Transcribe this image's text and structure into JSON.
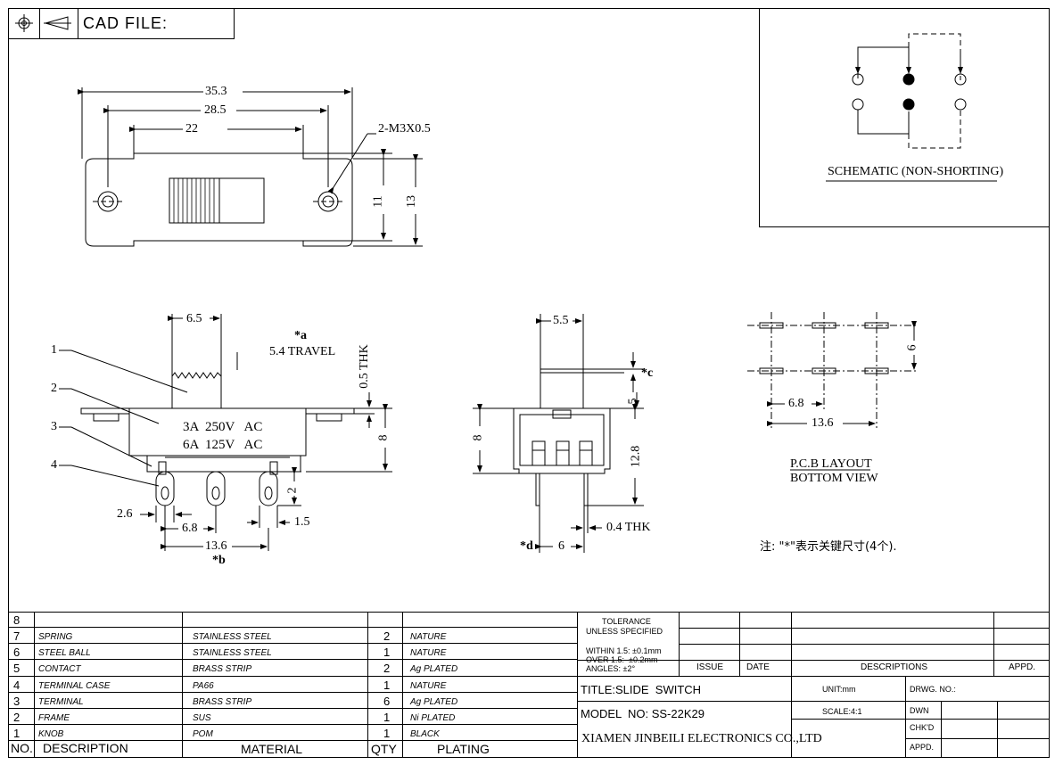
{
  "header": {
    "cad_file_label": "CAD FILE:"
  },
  "schematic": {
    "title": "SCHEMATIC (NON-SHORTING)"
  },
  "top_view": {
    "dim_overall": "35.3",
    "dim_holes": "28.5",
    "dim_body": "22",
    "dim_screw": "2-M3X0.5",
    "dim_height_inner": "11",
    "dim_height_outer": "13"
  },
  "side_view": {
    "knob_width": "6.5",
    "travel_mark": "*a",
    "travel": "5.4 TRAVEL",
    "thickness": "0.5 THK",
    "rating_line1": "3A  250V   AC",
    "rating_line2": "6A  125V   AC",
    "height": "8",
    "pin_len": "2",
    "pin_dia": "2.6",
    "pin_pitch": "6.8",
    "pin_width": "1.5",
    "pin_span": "13.6",
    "span_mark": "*b",
    "callouts": [
      "1",
      "2",
      "3",
      "4"
    ]
  },
  "end_view": {
    "knob_width": "5.5",
    "mark_c": "*c",
    "dim_top": "5",
    "height": "8",
    "pin_length": "12.8",
    "pin_thk": "0.4 THK",
    "mark_d": "*d",
    "pin_spacing": "6"
  },
  "pcb": {
    "row_gap": "6",
    "pitch": "6.8",
    "span": "13.6",
    "title_line1": "P.C.B LAYOUT",
    "title_line2": "BOTTOM VIEW"
  },
  "note": "注: \"*\"表示关键尺寸(4个).",
  "bom": {
    "rows": [
      {
        "no": "8",
        "desc": "",
        "material": "",
        "qty": "",
        "plating": ""
      },
      {
        "no": "7",
        "desc": "SPRING",
        "material": "STAINLESS STEEL",
        "qty": "2",
        "plating": "NATURE"
      },
      {
        "no": "6",
        "desc": "STEEL BALL",
        "material": "STAINLESS STEEL",
        "qty": "1",
        "plating": "NATURE"
      },
      {
        "no": "5",
        "desc": "CONTACT",
        "material": "BRASS STRIP",
        "qty": "2",
        "plating": "Ag PLATED"
      },
      {
        "no": "4",
        "desc": "TERMINAL CASE",
        "material": "PA66",
        "qty": "1",
        "plating": "NATURE"
      },
      {
        "no": "3",
        "desc": "TERMINAL",
        "material": "BRASS STRIP",
        "qty": "6",
        "plating": "Ag PLATED"
      },
      {
        "no": "2",
        "desc": "FRAME",
        "material": "SUS",
        "qty": "1",
        "plating": "Ni PLATED"
      },
      {
        "no": "1",
        "desc": "KNOB",
        "material": "POM",
        "qty": "1",
        "plating": "BLACK"
      }
    ],
    "headers": {
      "no": "NO.",
      "desc": "DESCRIPTION",
      "material": "MATERIAL",
      "qty": "QTY",
      "plating": "PLATING"
    }
  },
  "title_block": {
    "tolerance_title1": "TOLERANCE",
    "tolerance_title2": "UNLESS SPECIFIED",
    "tol_line1": "WITHIN 1.5: ±0.1mm",
    "tol_line2": "OVER 1.5:  ±0.2mm",
    "tol_line3": "ANGLES: ±2°",
    "issue": "ISSUE",
    "date": "DATE",
    "descriptions": "DESCRIPTIONS",
    "appd": "APPD.",
    "title": "TITLE:SLIDE  SWITCH",
    "unit": "UNIT:mm",
    "drwg_no": "DRWG. NO.:",
    "model": "MODEL  NO: SS-22K29",
    "scale": "SCALE:4:1",
    "dwn": "DWN",
    "company": "XIAMEN JINBEILI ELECTRONICS CO.,LTD",
    "chkd": "CHK'D",
    "appd2": "APPD."
  }
}
